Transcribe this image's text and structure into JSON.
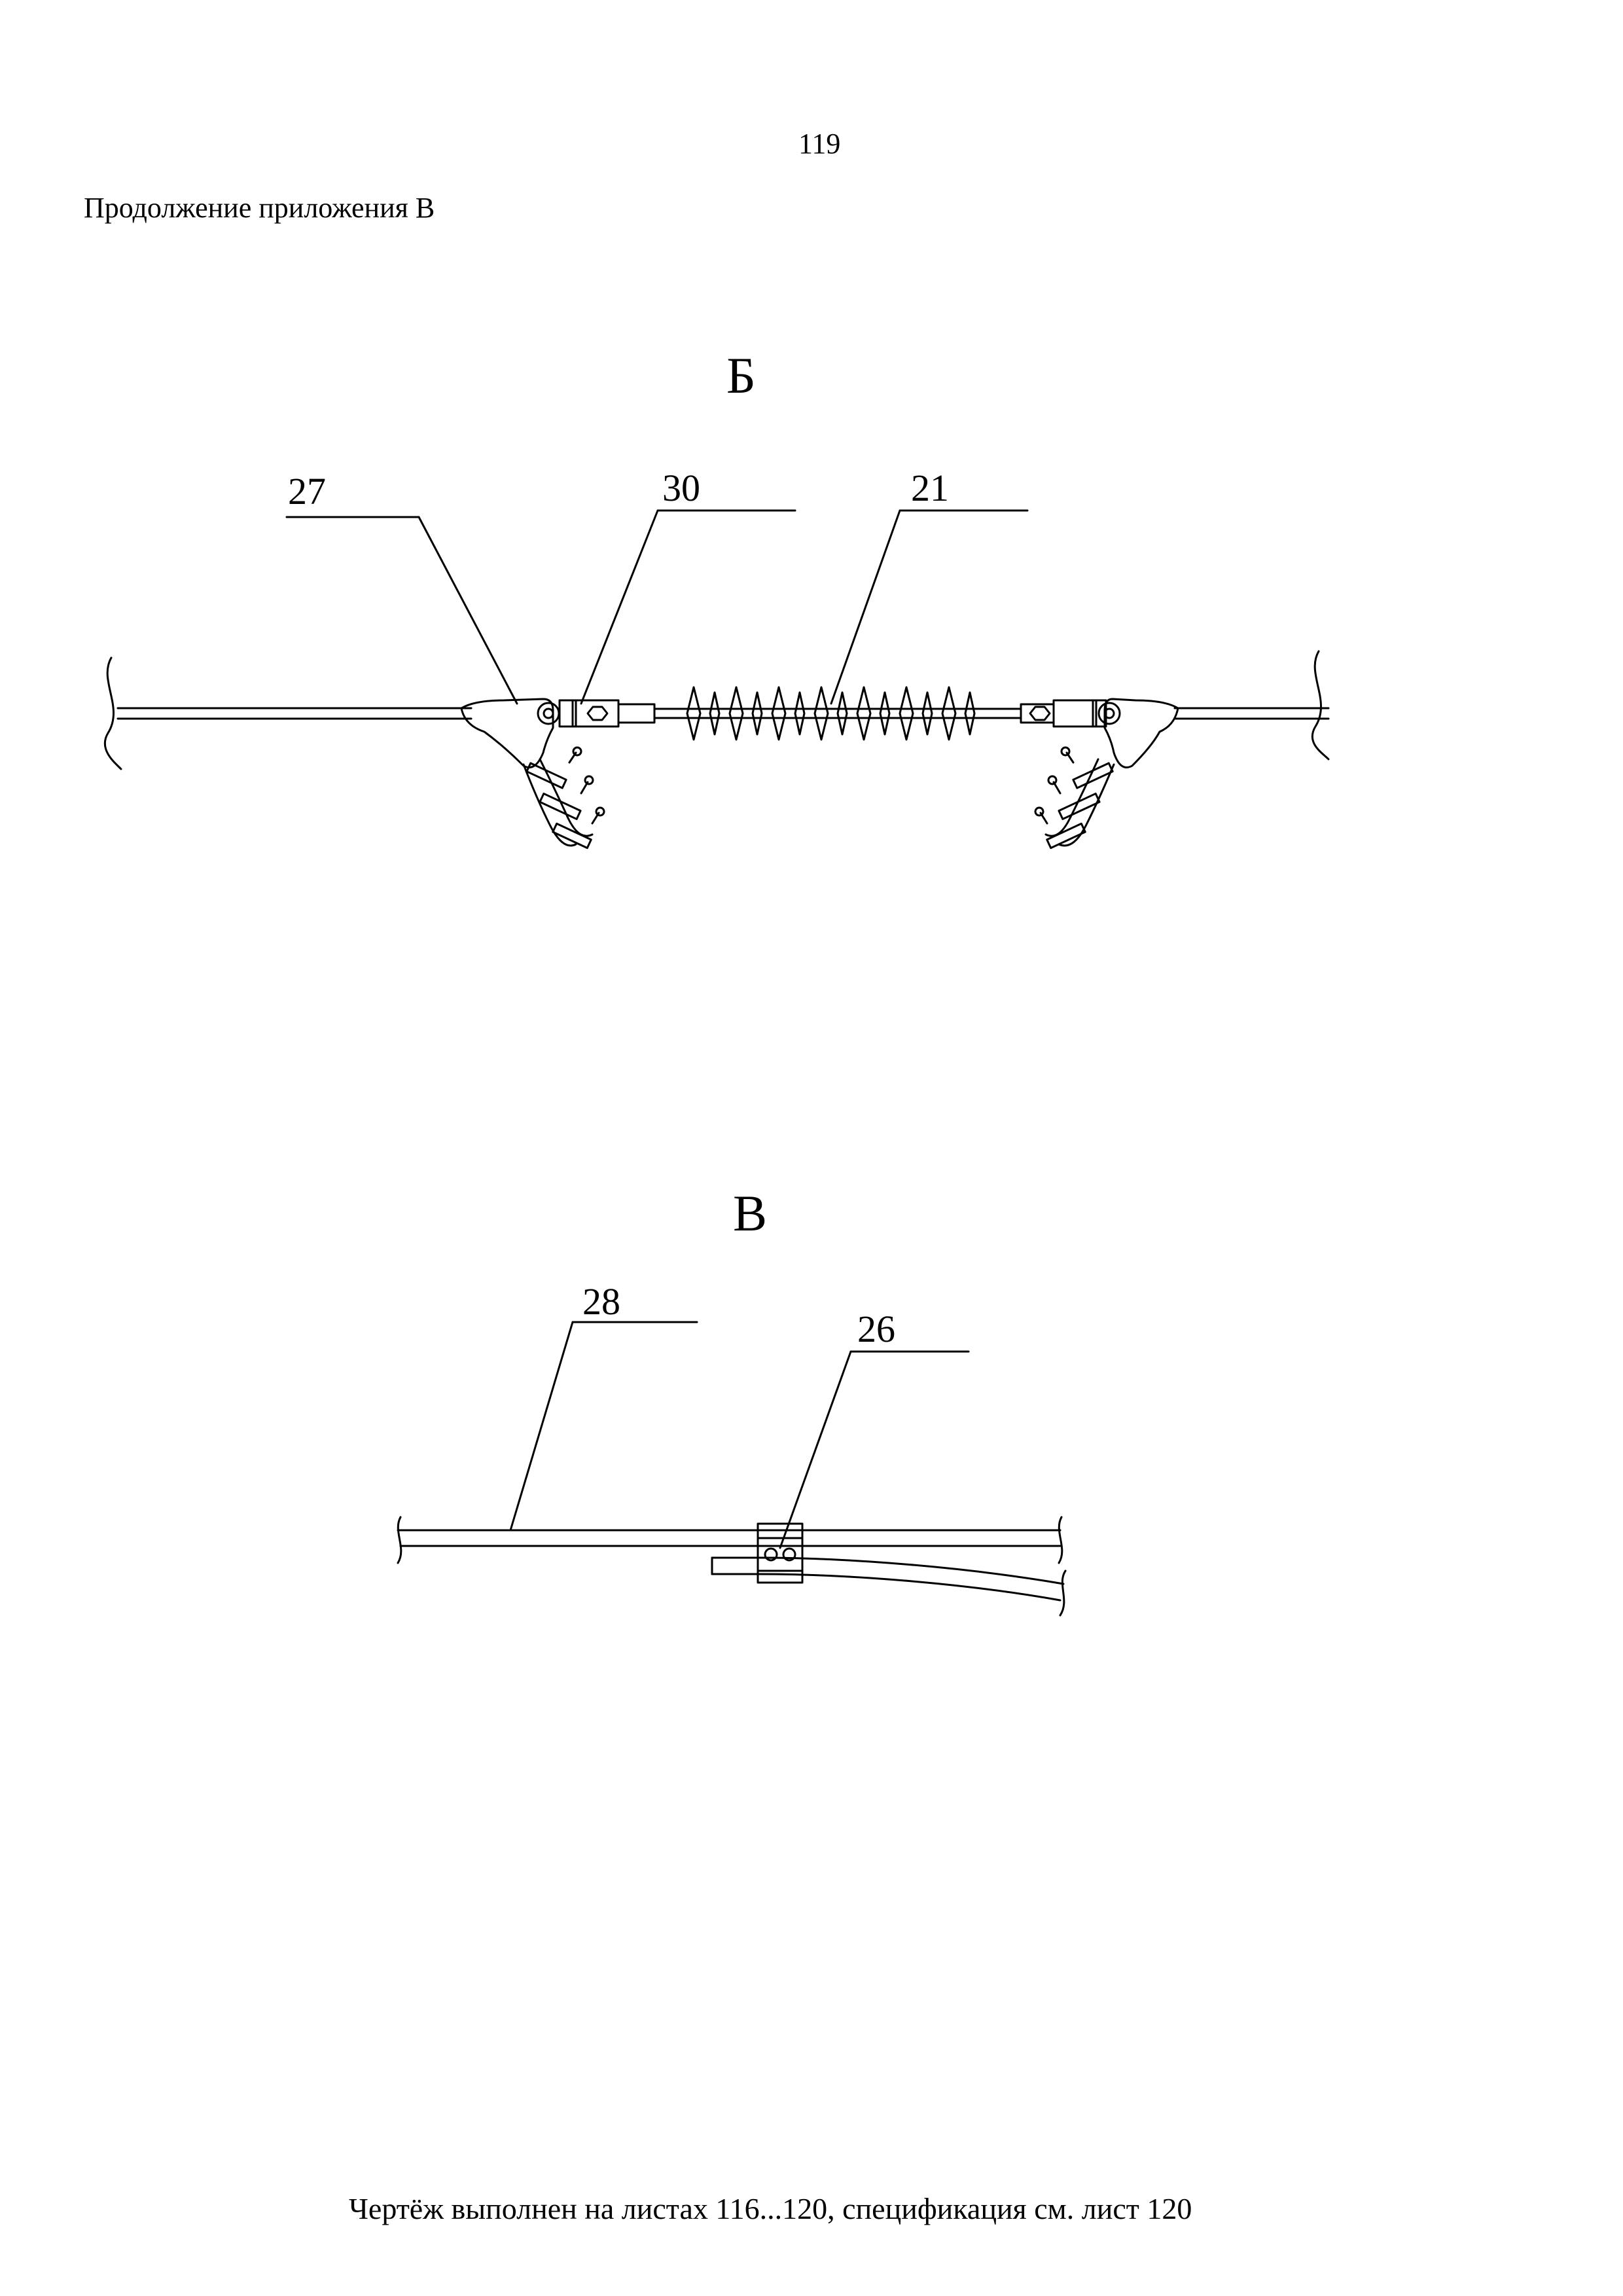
{
  "page_number": "119",
  "header": "Продолжение приложения В",
  "view_b": {
    "title": "Б",
    "callouts": {
      "c27": "27",
      "c30": "30",
      "c21": "21"
    }
  },
  "view_v": {
    "title": "В",
    "callouts": {
      "c28": "28",
      "c26": "26"
    }
  },
  "footer": "Чертёж выполнен на листах 116...120, спецификация см. лист 120",
  "colors": {
    "line": "#000000",
    "background": "#ffffff"
  }
}
